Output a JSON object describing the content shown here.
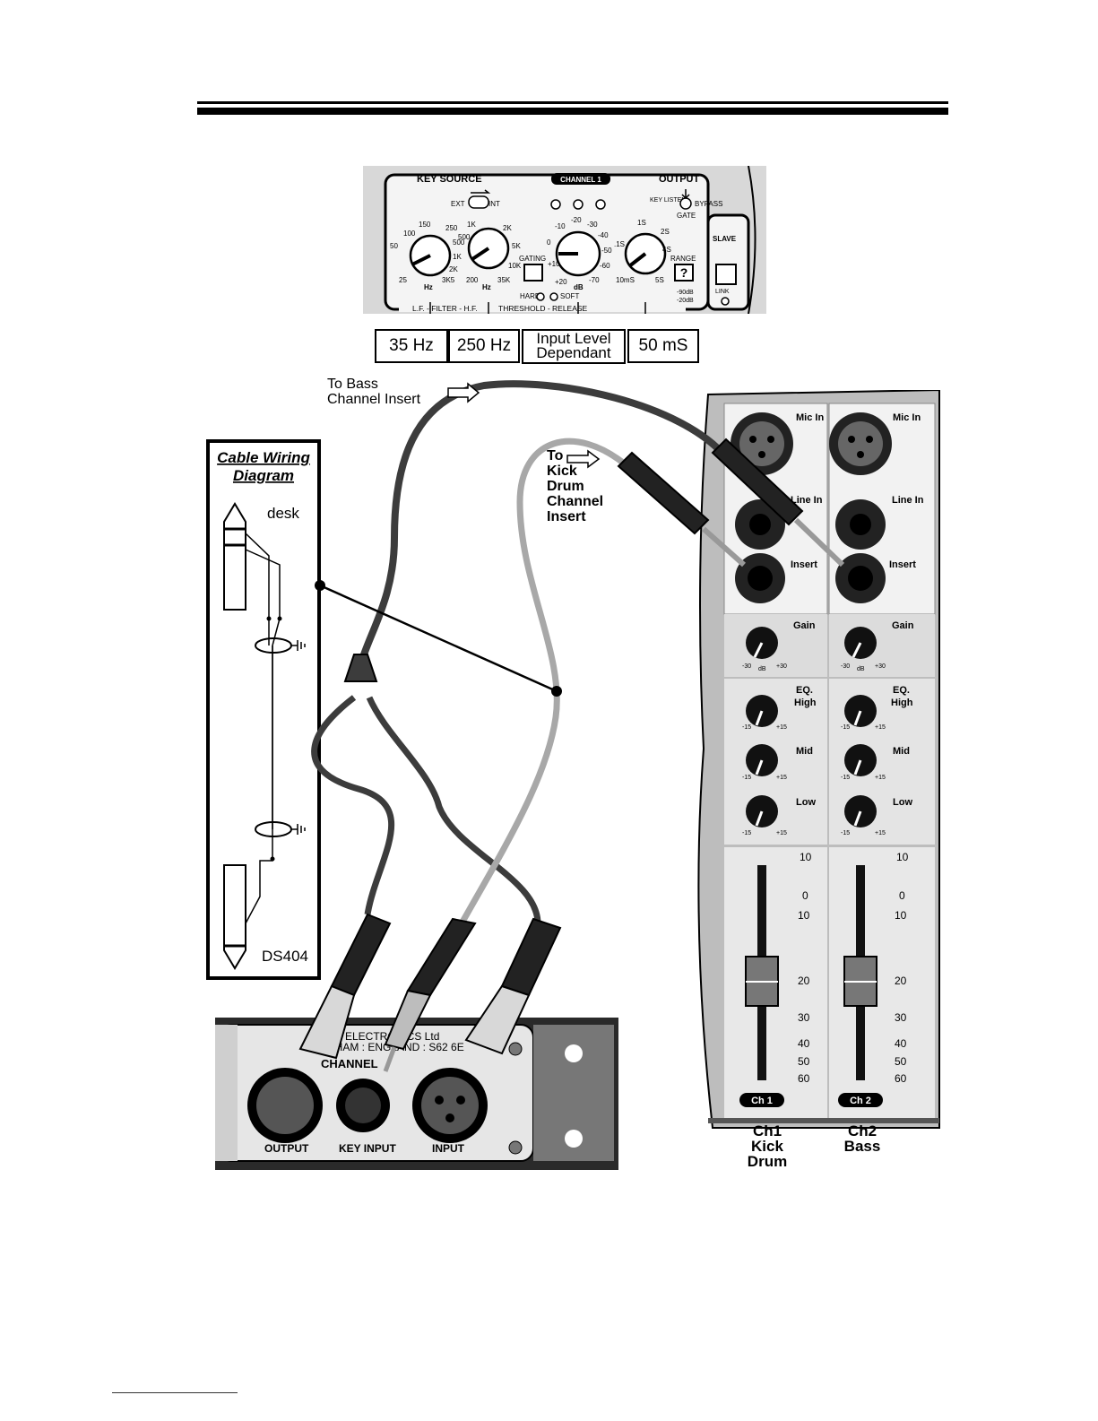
{
  "panel": {
    "key_source": "KEY SOURCE",
    "channel": "CHANNEL 1",
    "output": "OUTPUT",
    "ext": "EXT",
    "int": "INT",
    "key_listen": "KEY LISTEN",
    "gate": "GATE",
    "bypass": "BYPASS",
    "gating": "GATING",
    "hard": "HARD",
    "soft": "SOFT",
    "range": "RANGE",
    "range_90": "-90dB",
    "range_20": "-20dB",
    "slave": "SLAVE",
    "link": "LINK",
    "bottom_label": "L.F. - FILTER - H.F.          THRESHOLD - RELEASE",
    "lf_scale": [
      "25",
      "50",
      "100",
      "150",
      "250",
      "500",
      "1K",
      "2K",
      "3K5"
    ],
    "lf_unit": "Hz",
    "hf_scale": [
      "200",
      "500",
      "1K",
      "2K",
      "5K",
      "10K",
      "35K"
    ],
    "hf_unit": "Hz",
    "thr_scale": [
      "+20",
      "+10",
      "0",
      "-10",
      "-20",
      "-30",
      "-40",
      "-50",
      "-60",
      "-70"
    ],
    "thr_unit": "dB",
    "rel_scale": [
      "10mS",
      ".1S",
      "1S",
      "2S",
      "4S",
      "5S"
    ]
  },
  "settings": {
    "lf": "35 Hz",
    "hf": "250 Hz",
    "threshold_l1": "Input Level",
    "threshold_l2": "Dependant",
    "release": "50 mS"
  },
  "annotations": {
    "bass_l1": "To Bass",
    "bass_l2": "Channel Insert",
    "kick_l1": "To",
    "kick_l2": "Kick",
    "kick_l3": "Drum",
    "kick_l4": "Channel",
    "kick_l5": "Insert"
  },
  "wiring": {
    "title_l1": "Cable Wiring",
    "title_l2": "Diagram",
    "desk": "desk",
    "ds404": "DS404"
  },
  "rear": {
    "maker_l1": "ER ELECTRONICS Ltd",
    "maker_l2": "RHAM : ENGLAND : S62 6E",
    "channel": "CHANNEL",
    "output": "OUTPUT",
    "key_input": "KEY INPUT",
    "input": "INPUT"
  },
  "mixer": {
    "mic_in": "Mic In",
    "line_in": "Line In",
    "insert": "Insert",
    "gain": "Gain",
    "gain_min": "-30",
    "gain_max": "+30",
    "db": "dB",
    "eq": "EQ.",
    "high": "High",
    "mid": "Mid",
    "low": "Low",
    "eq_min": "-15",
    "eq_max": "+15",
    "fader_scale": [
      "10",
      "0",
      "10",
      "20",
      "30",
      "40",
      "50",
      "60"
    ],
    "ch1_tag": "Ch 1",
    "ch2_tag": "Ch 2",
    "ch1_l1": "Ch1",
    "ch1_l2": "Kick",
    "ch1_l3": "Drum",
    "ch2_l1": "Ch2",
    "ch2_l2": "Bass"
  }
}
